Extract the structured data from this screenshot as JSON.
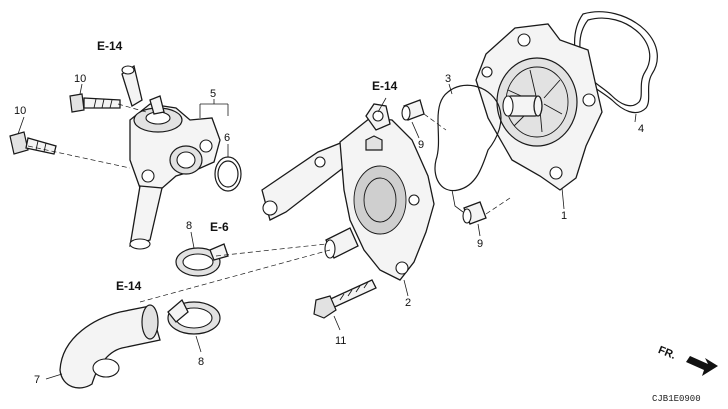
{
  "callouts": {
    "c1": "1",
    "c2": "2",
    "c3": "3",
    "c4": "4",
    "c5": "5",
    "c6": "6",
    "c7": "7",
    "c8a": "8",
    "c8b": "8",
    "c9a": "9",
    "c9b": "9",
    "c10a": "10",
    "c10b": "10",
    "c11": "11"
  },
  "refs": {
    "e14_top": "E-14",
    "e14_mid": "E-14",
    "e14_bottom": "E-14",
    "e6": "E-6"
  },
  "direction_label": "FR.",
  "drawing_code": "CJB1E0900"
}
